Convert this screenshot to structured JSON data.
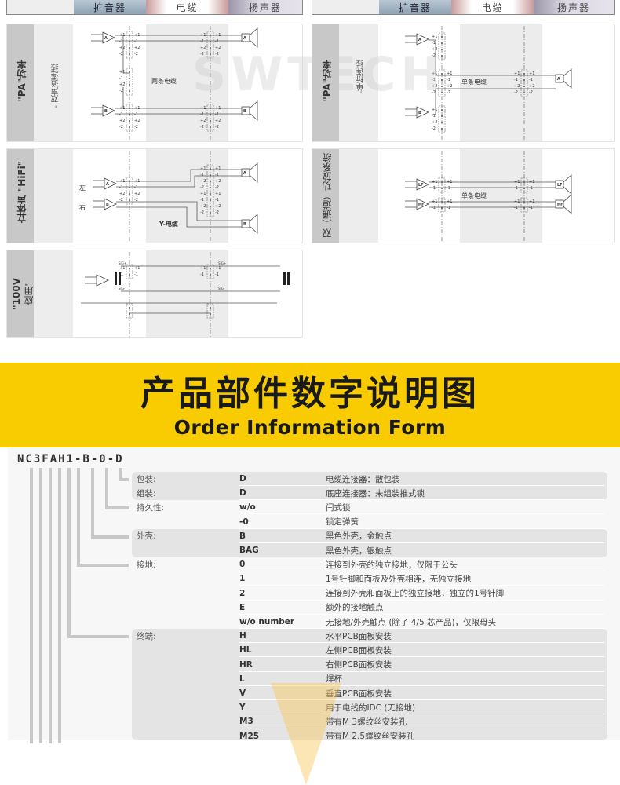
{
  "header": {
    "amplifier": "扩音器",
    "cable": "电缆",
    "speaker": "扬声器"
  },
  "watermark": "SWTECH",
  "pins": [
    "+1",
    "-1",
    "+2",
    "-2"
  ],
  "panels": {
    "pa_dual": {
      "title": "\"PA\"功率",
      "subtitle": "- 双声道连线",
      "cable_label": "两条电缆",
      "amp_a": "A",
      "amp_b": "B"
    },
    "pa_bridge": {
      "title": "\"PA\"功率",
      "subtitle": "-单桥连线",
      "cable_label": "单条电缆",
      "amp_a": "A",
      "amp_b": "B"
    },
    "hifi": {
      "title": "立体声 \"HiFi\"",
      "cable_label": "Y-电缆",
      "left": "左",
      "right": "右",
      "amp_a": "A",
      "amp_b": "B"
    },
    "biamp": {
      "title": "双（通道）功放系统",
      "cable_label": "单条电缆",
      "lf": "LF",
      "hf": "HF"
    },
    "v100": {
      "title": "\"100V",
      "title2": "应用\"",
      "sig_plus": "SIG+",
      "sig_minus": "SIG-"
    }
  },
  "banner": {
    "title_cn": "产品部件数字说明图",
    "title_en": "Order Information Form"
  },
  "order": {
    "part_number": "NC3FAH1-B-0-D",
    "rows": [
      {
        "label": "包装:",
        "code": "D",
        "desc": "电缆连接器：散包装"
      },
      {
        "label": "组装:",
        "code": "D",
        "desc": "底座连接器：未组装推式锁"
      },
      {
        "label": "持久性:",
        "code": "w/o",
        "desc": "闩式锁"
      },
      {
        "label": "",
        "code": "-0",
        "desc": "锁定弹簧"
      },
      {
        "label": "外壳:",
        "code": "B",
        "desc": "黑色外壳，金触点"
      },
      {
        "label": "",
        "code": "BAG",
        "desc": "黑色外壳，银触点"
      },
      {
        "label": "接地:",
        "code": "0",
        "desc": "连接到外壳的独立接地，仅限于公头"
      },
      {
        "label": "",
        "code": "1",
        "desc": "1号针脚和面板及外壳相连，无独立接地"
      },
      {
        "label": "",
        "code": "2",
        "desc": "连接到外壳和面板上的独立接地，独立的1号针脚"
      },
      {
        "label": "",
        "code": "E",
        "desc": "额外的接地触点"
      },
      {
        "label": "",
        "code": "w/o number",
        "desc": "无接地/外壳触点 (除了 4/5 芯产品)，仅限母头"
      },
      {
        "label": "终端:",
        "code": "H",
        "desc": "水平PCB面板安装"
      },
      {
        "label": "",
        "code": "HL",
        "desc": "左侧PCB面板安装"
      },
      {
        "label": "",
        "code": "HR",
        "desc": "右侧PCB面板安装"
      },
      {
        "label": "",
        "code": "L",
        "desc": "焊杯"
      },
      {
        "label": "",
        "code": "V",
        "desc": "垂直PCB面板安装"
      },
      {
        "label": "",
        "code": "Y",
        "desc": "用于电线的IDC (无接地)"
      },
      {
        "label": "",
        "code": "M3",
        "desc": "带有M 3螺纹丝安装孔"
      },
      {
        "label": "",
        "code": "M25",
        "desc": "带有M 2.5螺纹丝安装孔"
      }
    ]
  }
}
